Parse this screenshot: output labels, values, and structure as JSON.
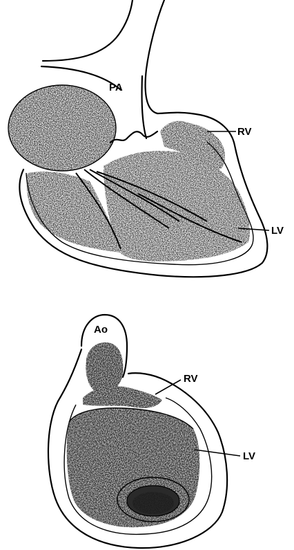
{
  "top_view": {
    "labels": {
      "pa": "PA",
      "rv": "RV",
      "lv": "LV"
    }
  },
  "bottom_view": {
    "labels": {
      "ao": "Ao",
      "rv": "RV",
      "lv": "LV"
    }
  },
  "colors": {
    "ink": "#000000",
    "paper": "#ffffff",
    "tissue": "#3a3a3a"
  }
}
